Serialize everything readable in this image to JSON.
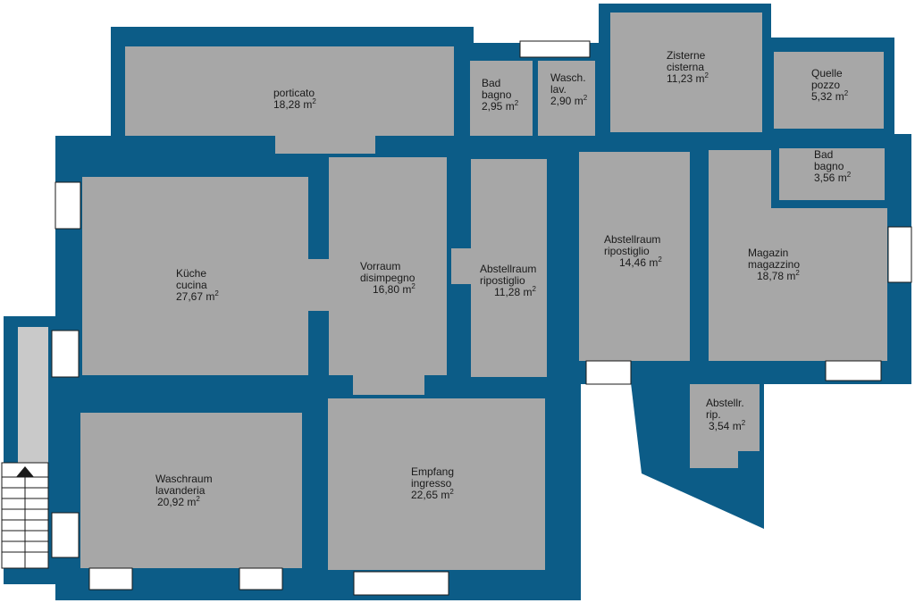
{
  "rooms": [
    {
      "id": "porticato",
      "lines": [
        "porticato"
      ],
      "area": "18,28 m",
      "sup": "2"
    },
    {
      "id": "bad-1",
      "lines": [
        "Bad",
        "bagno"
      ],
      "area": "2,95 m",
      "sup": "2"
    },
    {
      "id": "wasch",
      "lines": [
        "Wasch.",
        "lav."
      ],
      "area": "2,90 m",
      "sup": "2"
    },
    {
      "id": "zisterne",
      "lines": [
        "Zisterne",
        "cisterna"
      ],
      "area": "11,23 m",
      "sup": "2"
    },
    {
      "id": "quelle",
      "lines": [
        "Quelle",
        "pozzo"
      ],
      "area": "5,32 m",
      "sup": "2"
    },
    {
      "id": "bad-2",
      "lines": [
        "Bad",
        "bagno"
      ],
      "area": "3,56 m",
      "sup": "2"
    },
    {
      "id": "kueche",
      "lines": [
        "Küche",
        "cucina"
      ],
      "area": "27,67 m",
      "sup": "2"
    },
    {
      "id": "vorraum",
      "lines": [
        "Vorraum",
        "disimpegno"
      ],
      "area": "16,80 m",
      "sup": "2"
    },
    {
      "id": "abstellraum-1",
      "lines": [
        "Abstellraum",
        "ripostiglio"
      ],
      "area": "11,28 m",
      "sup": "2"
    },
    {
      "id": "abstellraum-2",
      "lines": [
        "Abstellraum",
        "ripostiglio"
      ],
      "area": "14,46 m",
      "sup": "2"
    },
    {
      "id": "magazin",
      "lines": [
        "Magazin",
        "magazzino"
      ],
      "area": "18,78 m",
      "sup": "2"
    },
    {
      "id": "abstellr",
      "lines": [
        "Abstellr.",
        "rip."
      ],
      "area": "3,54 m",
      "sup": "2"
    },
    {
      "id": "waschraum",
      "lines": [
        "Waschraum",
        "lavanderia"
      ],
      "area": "20,92 m",
      "sup": "2"
    },
    {
      "id": "empfang",
      "lines": [
        "Empfang",
        "ingresso"
      ],
      "area": "22,65 m",
      "sup": "2"
    }
  ],
  "colors": {
    "wall": "#0c5c87",
    "floor": "#a7a7a7",
    "background": "#ffffff"
  }
}
